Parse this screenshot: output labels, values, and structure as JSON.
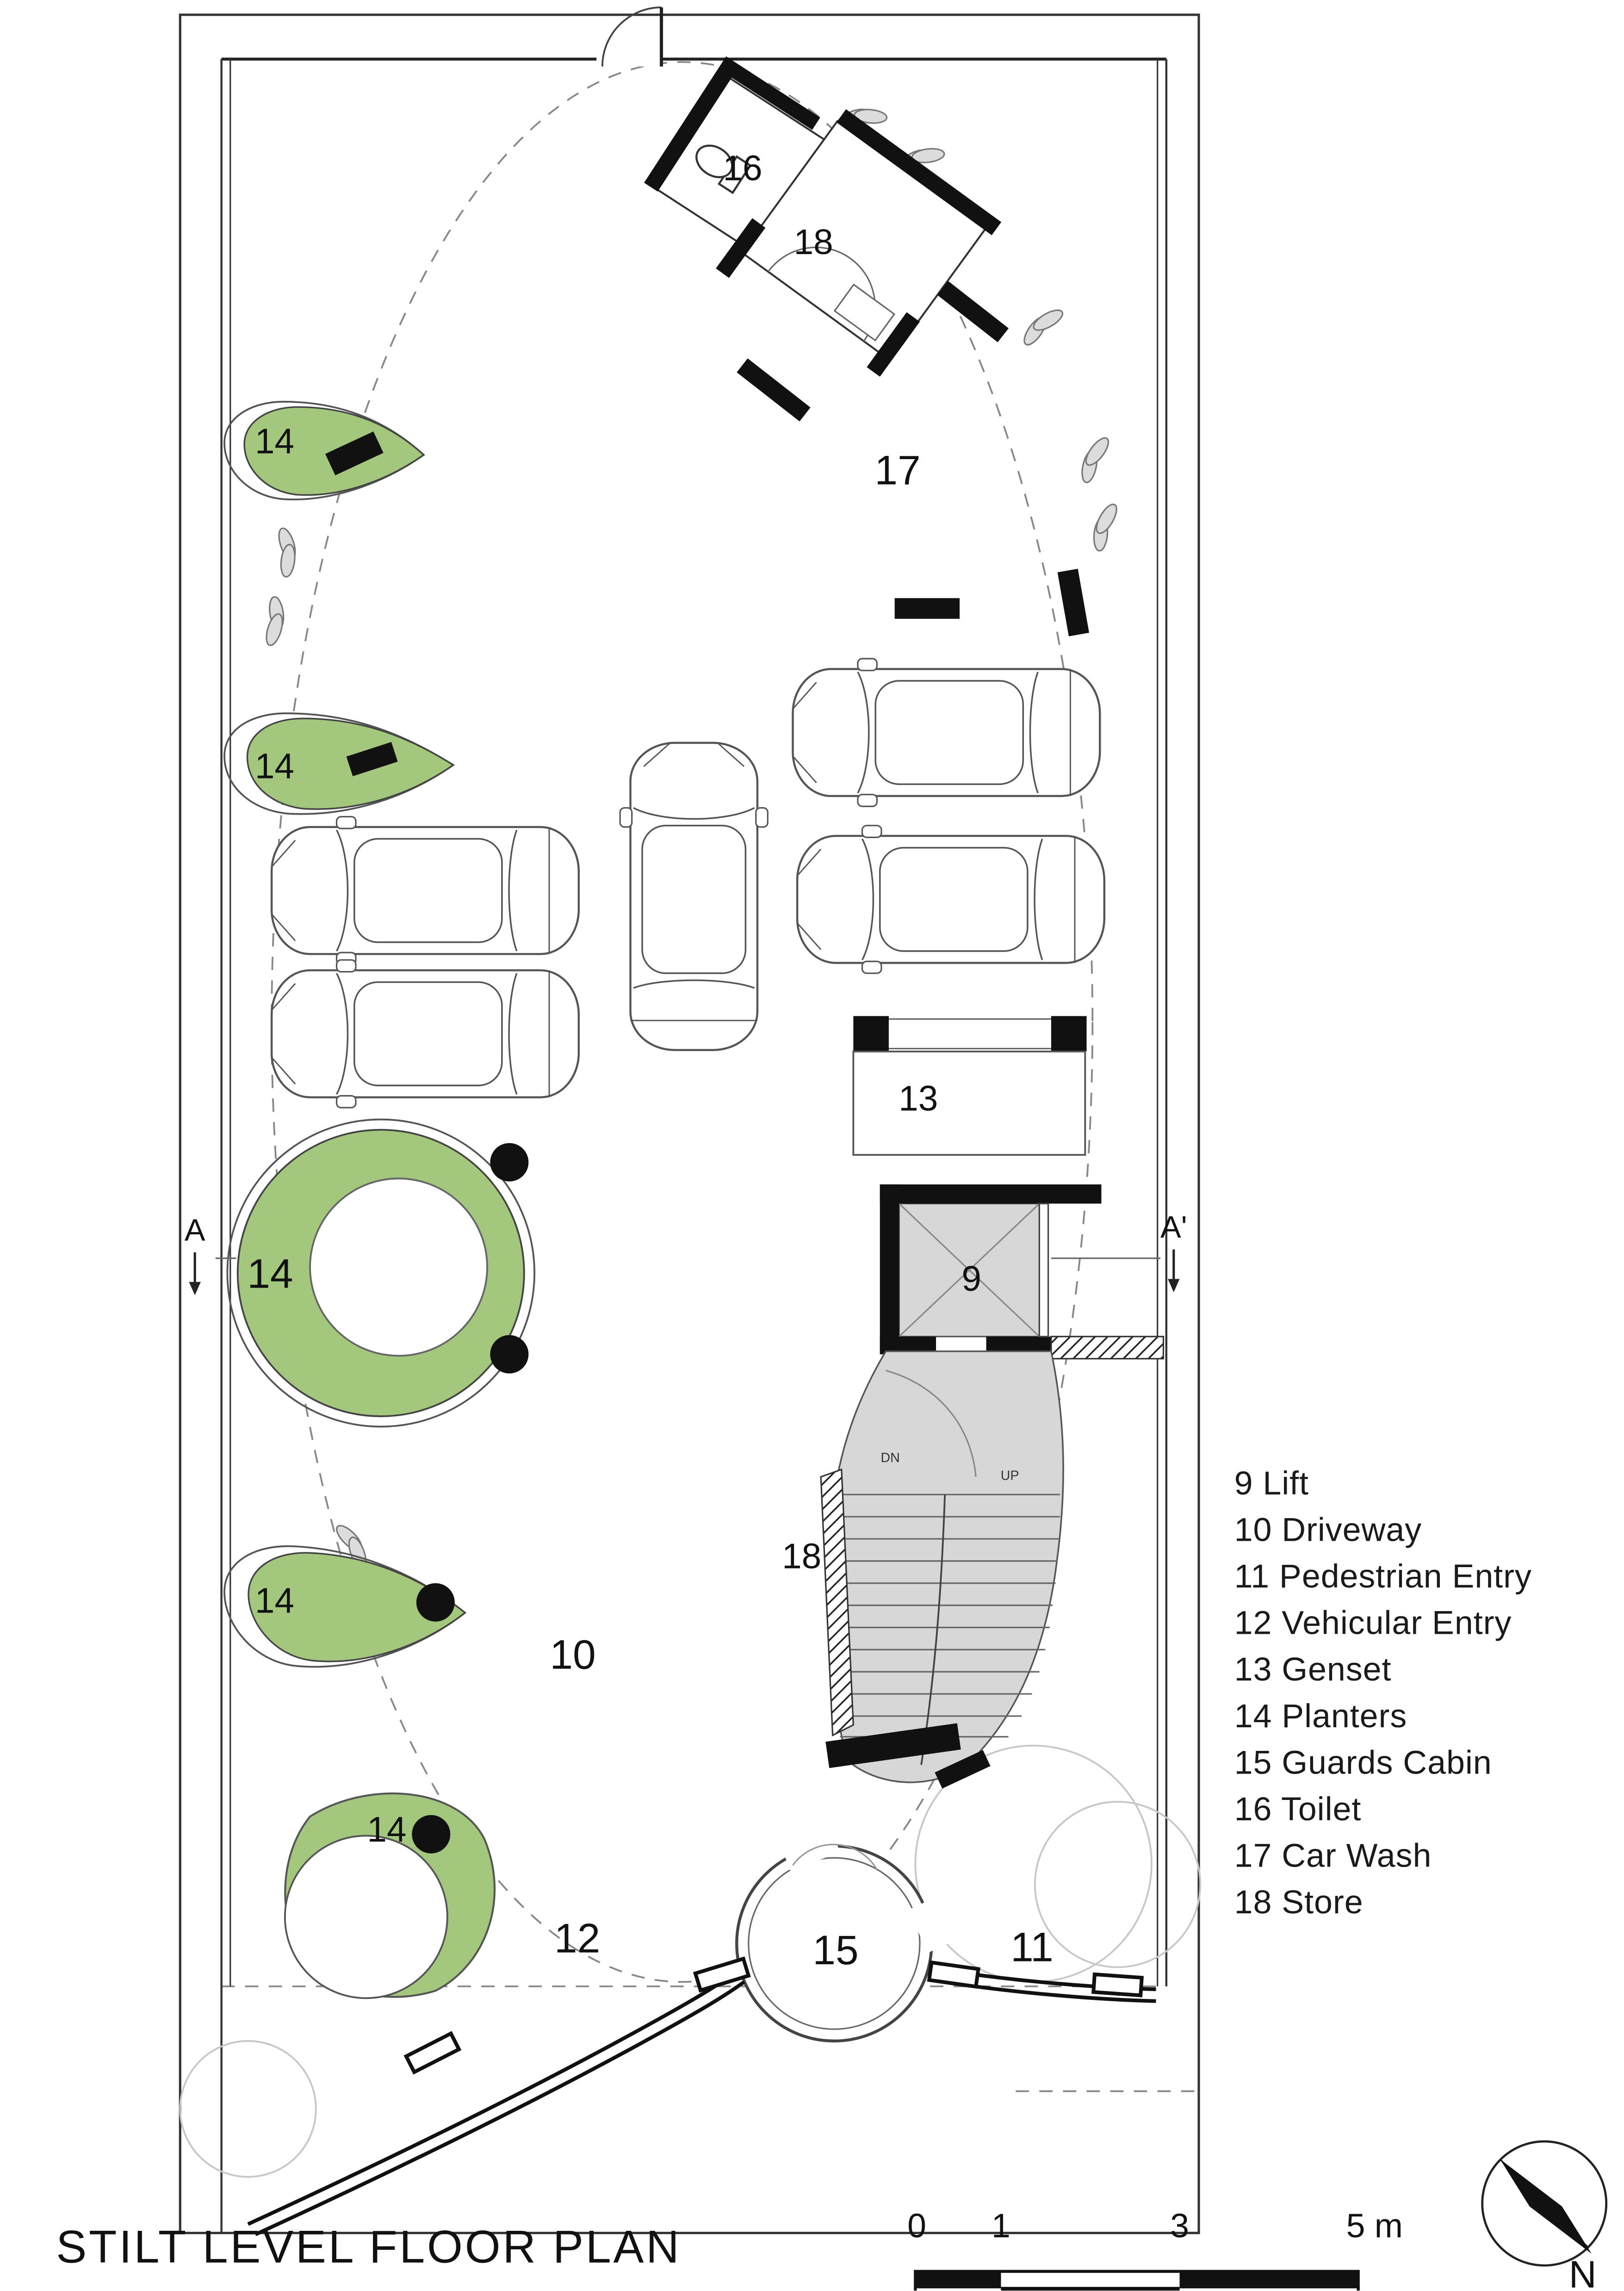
{
  "title": "STILT LEVEL FLOOR PLAN",
  "legend": {
    "items": [
      "9 Lift",
      "10 Driveway",
      "11 Pedestrian Entry",
      "12 Vehicular Entry",
      "13 Genset",
      "14 Planters",
      "15 Guards Cabin",
      "16 Toilet",
      "17 Car Wash",
      "18 Store"
    ]
  },
  "plan": {
    "labels": {
      "lift": "9",
      "driveway": "10",
      "pedestrian_entry": "11",
      "vehicular_entry": "12",
      "genset": "13",
      "planter_1": "14",
      "planter_2": "14",
      "planter_3": "14",
      "planter_4": "14",
      "planter_5": "14",
      "guards_cabin": "15",
      "toilet": "16",
      "car_wash": "17",
      "store": "18",
      "store_stair": "18",
      "section_left": "A",
      "section_right": "A'",
      "stair_down": "DN",
      "stair_up": "UP"
    }
  },
  "scale_bar": {
    "ticks": [
      "0",
      "1",
      "3",
      "5 m"
    ]
  },
  "compass": {
    "north_label": "N"
  },
  "colors": {
    "planter_green": "#a4c77e",
    "stair_grey": "#d7d7d7",
    "line_black": "#111111"
  }
}
